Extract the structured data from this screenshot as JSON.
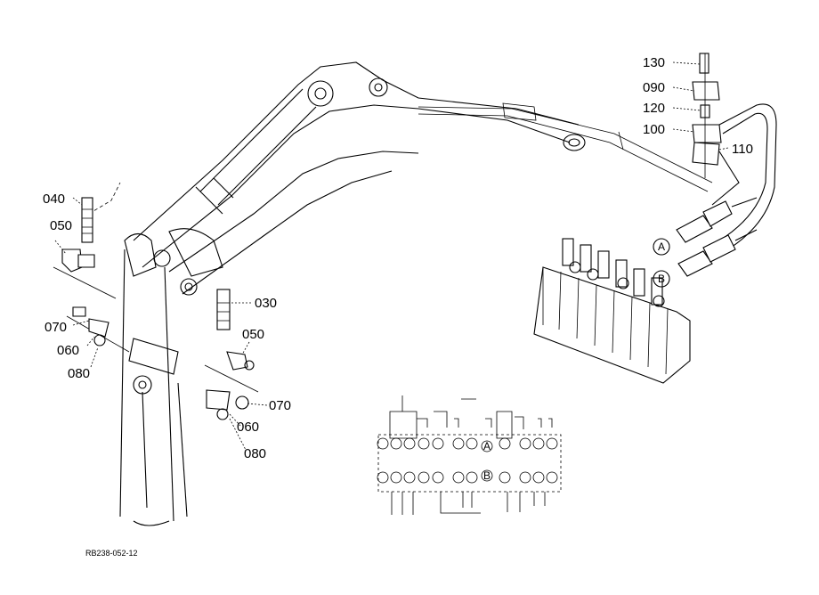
{
  "callouts": {
    "p130": "130",
    "p090": "090",
    "p120": "120",
    "p100": "100",
    "p110": "110",
    "p040": "040",
    "p050a": "050",
    "p030": "030",
    "p070a": "070",
    "p060a": "060",
    "p080a": "080",
    "p050b": "050",
    "p070b": "070",
    "p060b": "060",
    "p080b": "080"
  },
  "markers": {
    "a_main": "A",
    "b_main": "B",
    "a_inset": "A",
    "b_inset": "B"
  },
  "drawing_code": "RB238-052-12"
}
